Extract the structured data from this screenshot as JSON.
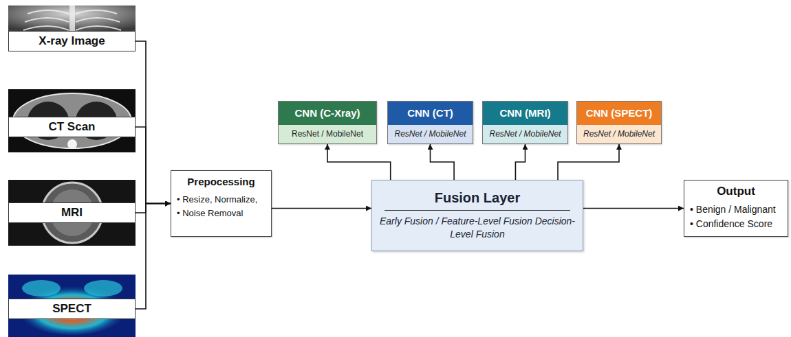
{
  "diagram": {
    "nodes": [
      {
        "text": [
          "X-ray Image"
        ]
      },
      {
        "text": [
          "CT Scan"
        ]
      },
      {
        "text": [
          "MRI"
        ]
      },
      {
        "text": [
          "SPECT"
        ]
      },
      {
        "text": [
          "Prepocessing",
          "• Resize, Normalize,",
          "• Noise Removal"
        ]
      },
      {
        "text": [
          "CNN (C-Xray)",
          "ResNet / MobileNet"
        ]
      },
      {
        "text": [
          "CNN (CT)",
          "ResNet / MobileNet"
        ]
      },
      {
        "text": [
          "CNN (MRI)",
          "ResNet / MobileNet"
        ]
      },
      {
        "text": [
          "CNN (SPECT)",
          "ResNet / MobileNet"
        ]
      },
      {
        "text": [
          "Fusion Layer",
          "Early Fusion / Feature-Level Fusion Decision-Level Fusion"
        ]
      },
      {
        "text": [
          "Output",
          "• Benign / Malignant",
          "• Confidence Score"
        ]
      }
    ],
    "edges": [
      {
        "from": 0,
        "to": 4,
        "arrow": "to"
      },
      {
        "from": 1,
        "to": 4,
        "arrow": "to"
      },
      {
        "from": 2,
        "to": 4,
        "arrow": "to"
      },
      {
        "from": 3,
        "to": 4,
        "arrow": "to"
      },
      {
        "from": 4,
        "to": 9,
        "arrow": "to"
      },
      {
        "from": 9,
        "to": 5,
        "arrow": "to"
      },
      {
        "from": 9,
        "to": 6,
        "arrow": "to"
      },
      {
        "from": 9,
        "to": 7,
        "arrow": "to"
      },
      {
        "from": 9,
        "to": 8,
        "arrow": "to"
      },
      {
        "from": 9,
        "to": 10,
        "arrow": "to"
      }
    ]
  }
}
